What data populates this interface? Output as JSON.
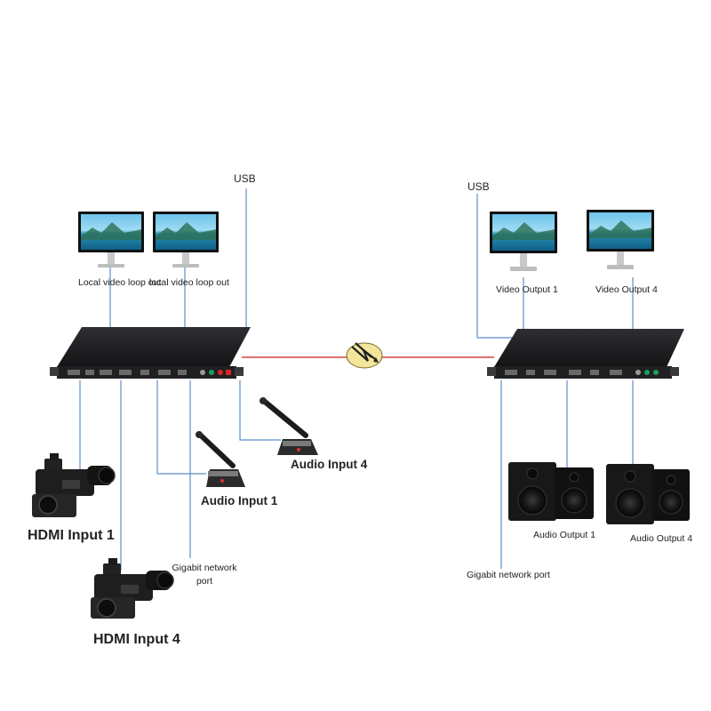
{
  "labels": {
    "usb_left": "USB",
    "usb_right": "USB",
    "loop_out_1": "Local video loop out",
    "loop_out_2": "local video loop out",
    "video_output_1": "Video Output 1",
    "video_output_4": "Video Output 4",
    "hdmi_input_1": "HDMI Input 1",
    "hdmi_input_4": "HDMI Input 4",
    "audio_input_1": "Audio Input 1",
    "audio_input_4": "Audio Input 4",
    "gigabit_left_line1": "Gigabit network",
    "gigabit_left_line2": "port",
    "gigabit_right": "Gigabit network port",
    "audio_output_1": "Audio Output 1",
    "audio_output_4": "Audio Output 4"
  },
  "colors": {
    "link_line": "#cc1f1f",
    "connector_line": "#5b8fc7",
    "device_body": "#1c1c1e",
    "network_symbol": "#f3e59a"
  }
}
